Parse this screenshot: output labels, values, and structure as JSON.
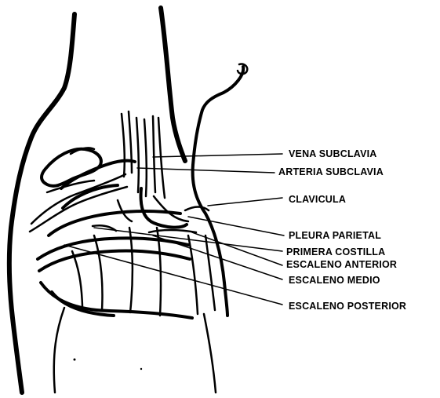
{
  "labels": [
    {
      "id": "vena-subclavia",
      "text": "VENA SUBCLAVIA"
    },
    {
      "id": "arteria-subclavia",
      "text": "ARTERIA SUBCLAVIA"
    },
    {
      "id": "clavicula",
      "text": "CLAVICULA"
    },
    {
      "id": "pleura-parietal",
      "text": "PLEURA PARIETAL"
    },
    {
      "id": "primera-costilla",
      "text": "PRIMERA COSTILLA"
    },
    {
      "id": "escaleno-anterior",
      "text": "ESCALENO ANTERIOR"
    },
    {
      "id": "escaleno-medio",
      "text": "ESCALENO MEDIO"
    },
    {
      "id": "escaleno-posterior",
      "text": "ESCALENO POSTERIOR"
    }
  ]
}
